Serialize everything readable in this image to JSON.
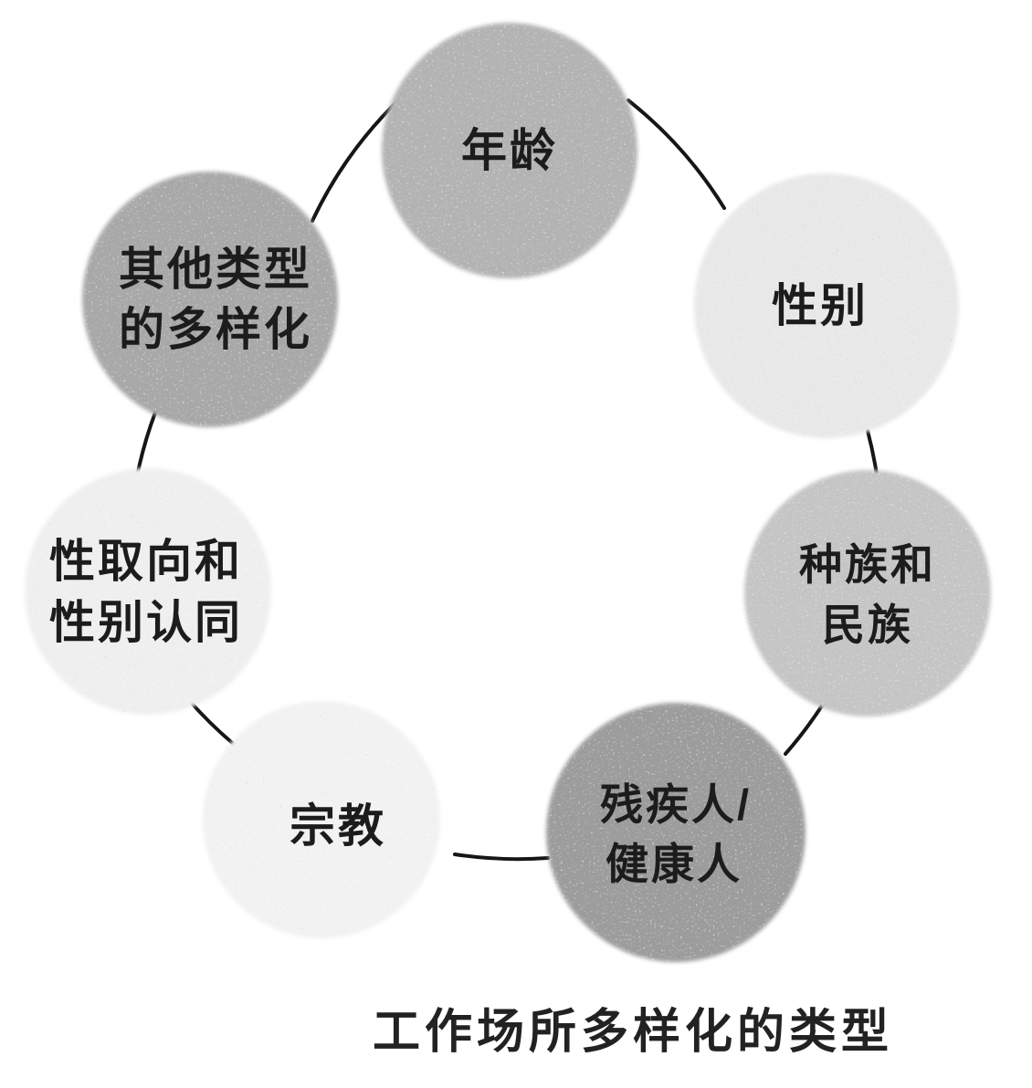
{
  "figure": {
    "caption": "工作场所多样化的类型",
    "ink_color": "#1c1c1c",
    "arc_color": "#161616",
    "background": "#ffffff",
    "nodes": {
      "age": {
        "label": "年龄",
        "line1": "年龄",
        "fill": "#b3b3b3"
      },
      "gender": {
        "label": "性别",
        "line1": "性别",
        "fill": "#e8e8e8"
      },
      "race_ethnicity": {
        "label": "种族和民族",
        "line1": "种族和",
        "line2": "民族",
        "fill": "#c5c5c5"
      },
      "disabled_healthy": {
        "label": "残疾人/健康人",
        "line1": "残疾人/",
        "line2": "健康人",
        "fill": "#9c9c9c"
      },
      "religion": {
        "label": "宗教",
        "line1": "宗教",
        "fill": "#f2f2f2"
      },
      "sexual_orientation": {
        "label": "性取向和性别认同",
        "line1": "性取向和",
        "line2": "性别认同",
        "fill": "#efefef"
      },
      "other_diversity": {
        "label": "其他类型的多样化",
        "line1": "其他类型",
        "line2": "的多样化",
        "fill": "#a8a8a8"
      }
    }
  }
}
